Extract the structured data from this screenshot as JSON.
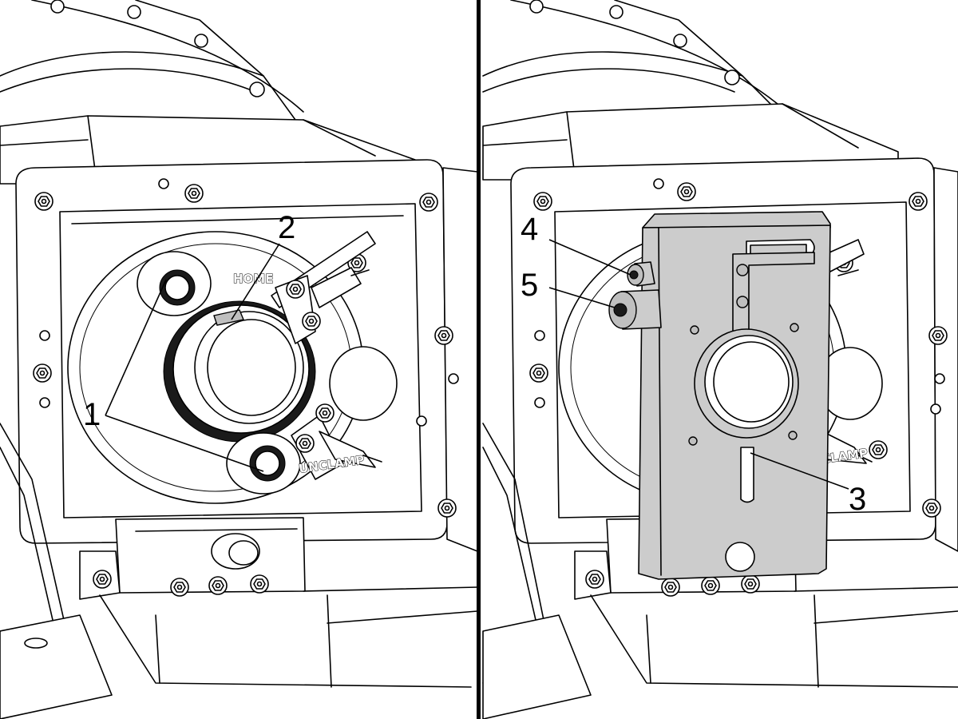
{
  "figure": {
    "panels": [
      {
        "id": "left",
        "engraved_labels": {
          "home": "HOME",
          "unclamp": "UNCLAMP"
        },
        "callouts": [
          {
            "id": "c1",
            "label": "1"
          },
          {
            "id": "c2",
            "label": "2"
          }
        ]
      },
      {
        "id": "right",
        "engraved_labels": {
          "unclamp": "CLAMP"
        },
        "callouts": [
          {
            "id": "c3",
            "label": "3"
          },
          {
            "id": "c4",
            "label": "4"
          },
          {
            "id": "c5",
            "label": "5"
          }
        ]
      }
    ],
    "colors": {
      "line": "#000000",
      "background": "#ffffff",
      "fixture_plate": "#cccccc"
    }
  }
}
